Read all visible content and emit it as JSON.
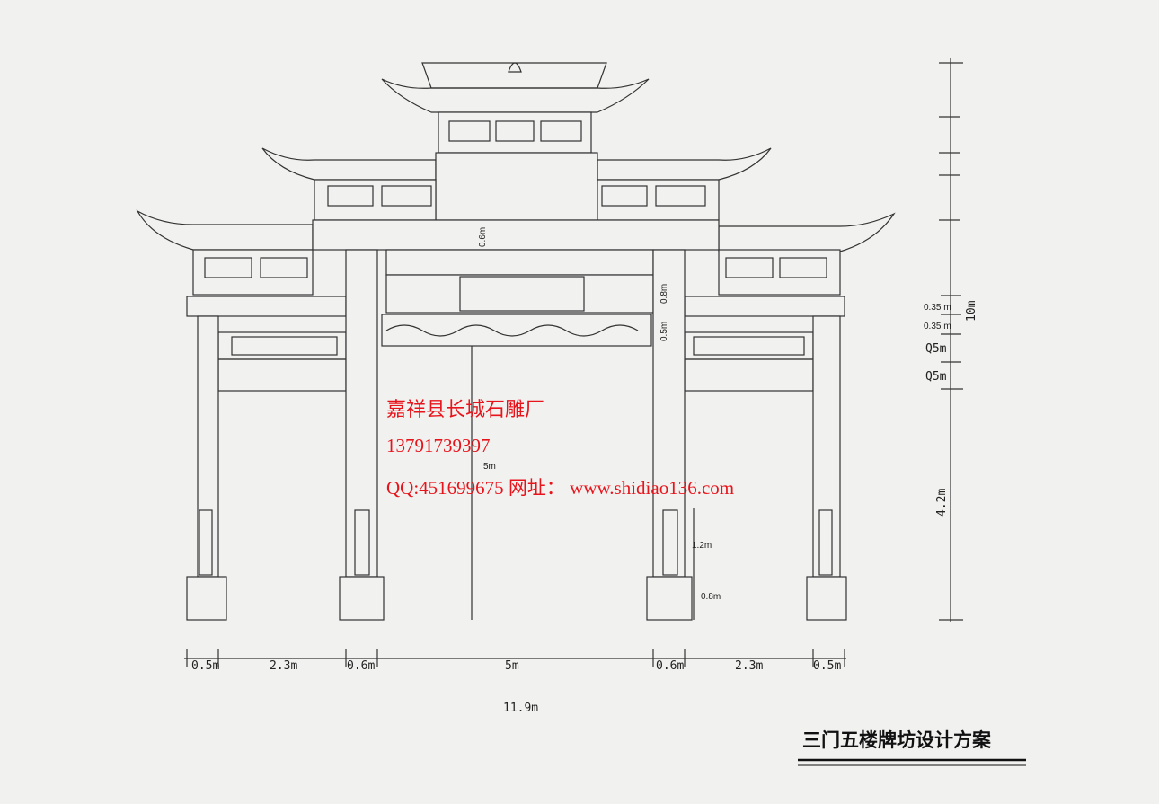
{
  "title": "三门五楼牌坊设计方案",
  "watermark": {
    "company": "嘉祥县长城石雕厂",
    "phone": "13791739397",
    "contact": "QQ:451699675 网址： www.shidiao136.com"
  },
  "horizontal_dims": [
    "0.5m",
    "2.3m",
    "0.6m",
    "5m",
    "0.6m",
    "2.3m",
    "0.5m"
  ],
  "total_width": "11.9m",
  "vertical_dims": {
    "total": "10m",
    "a": "0.35 m",
    "b": "0.35 m",
    "c": "Q5m",
    "d": "Q5m",
    "e": "4.2m"
  },
  "inner_labels": {
    "beam_top": "0.6m",
    "panel": "0.8m",
    "dragon_beam": "0.5m",
    "opening": "5m",
    "pillar_stone": "1.2m",
    "base": "0.8m"
  }
}
